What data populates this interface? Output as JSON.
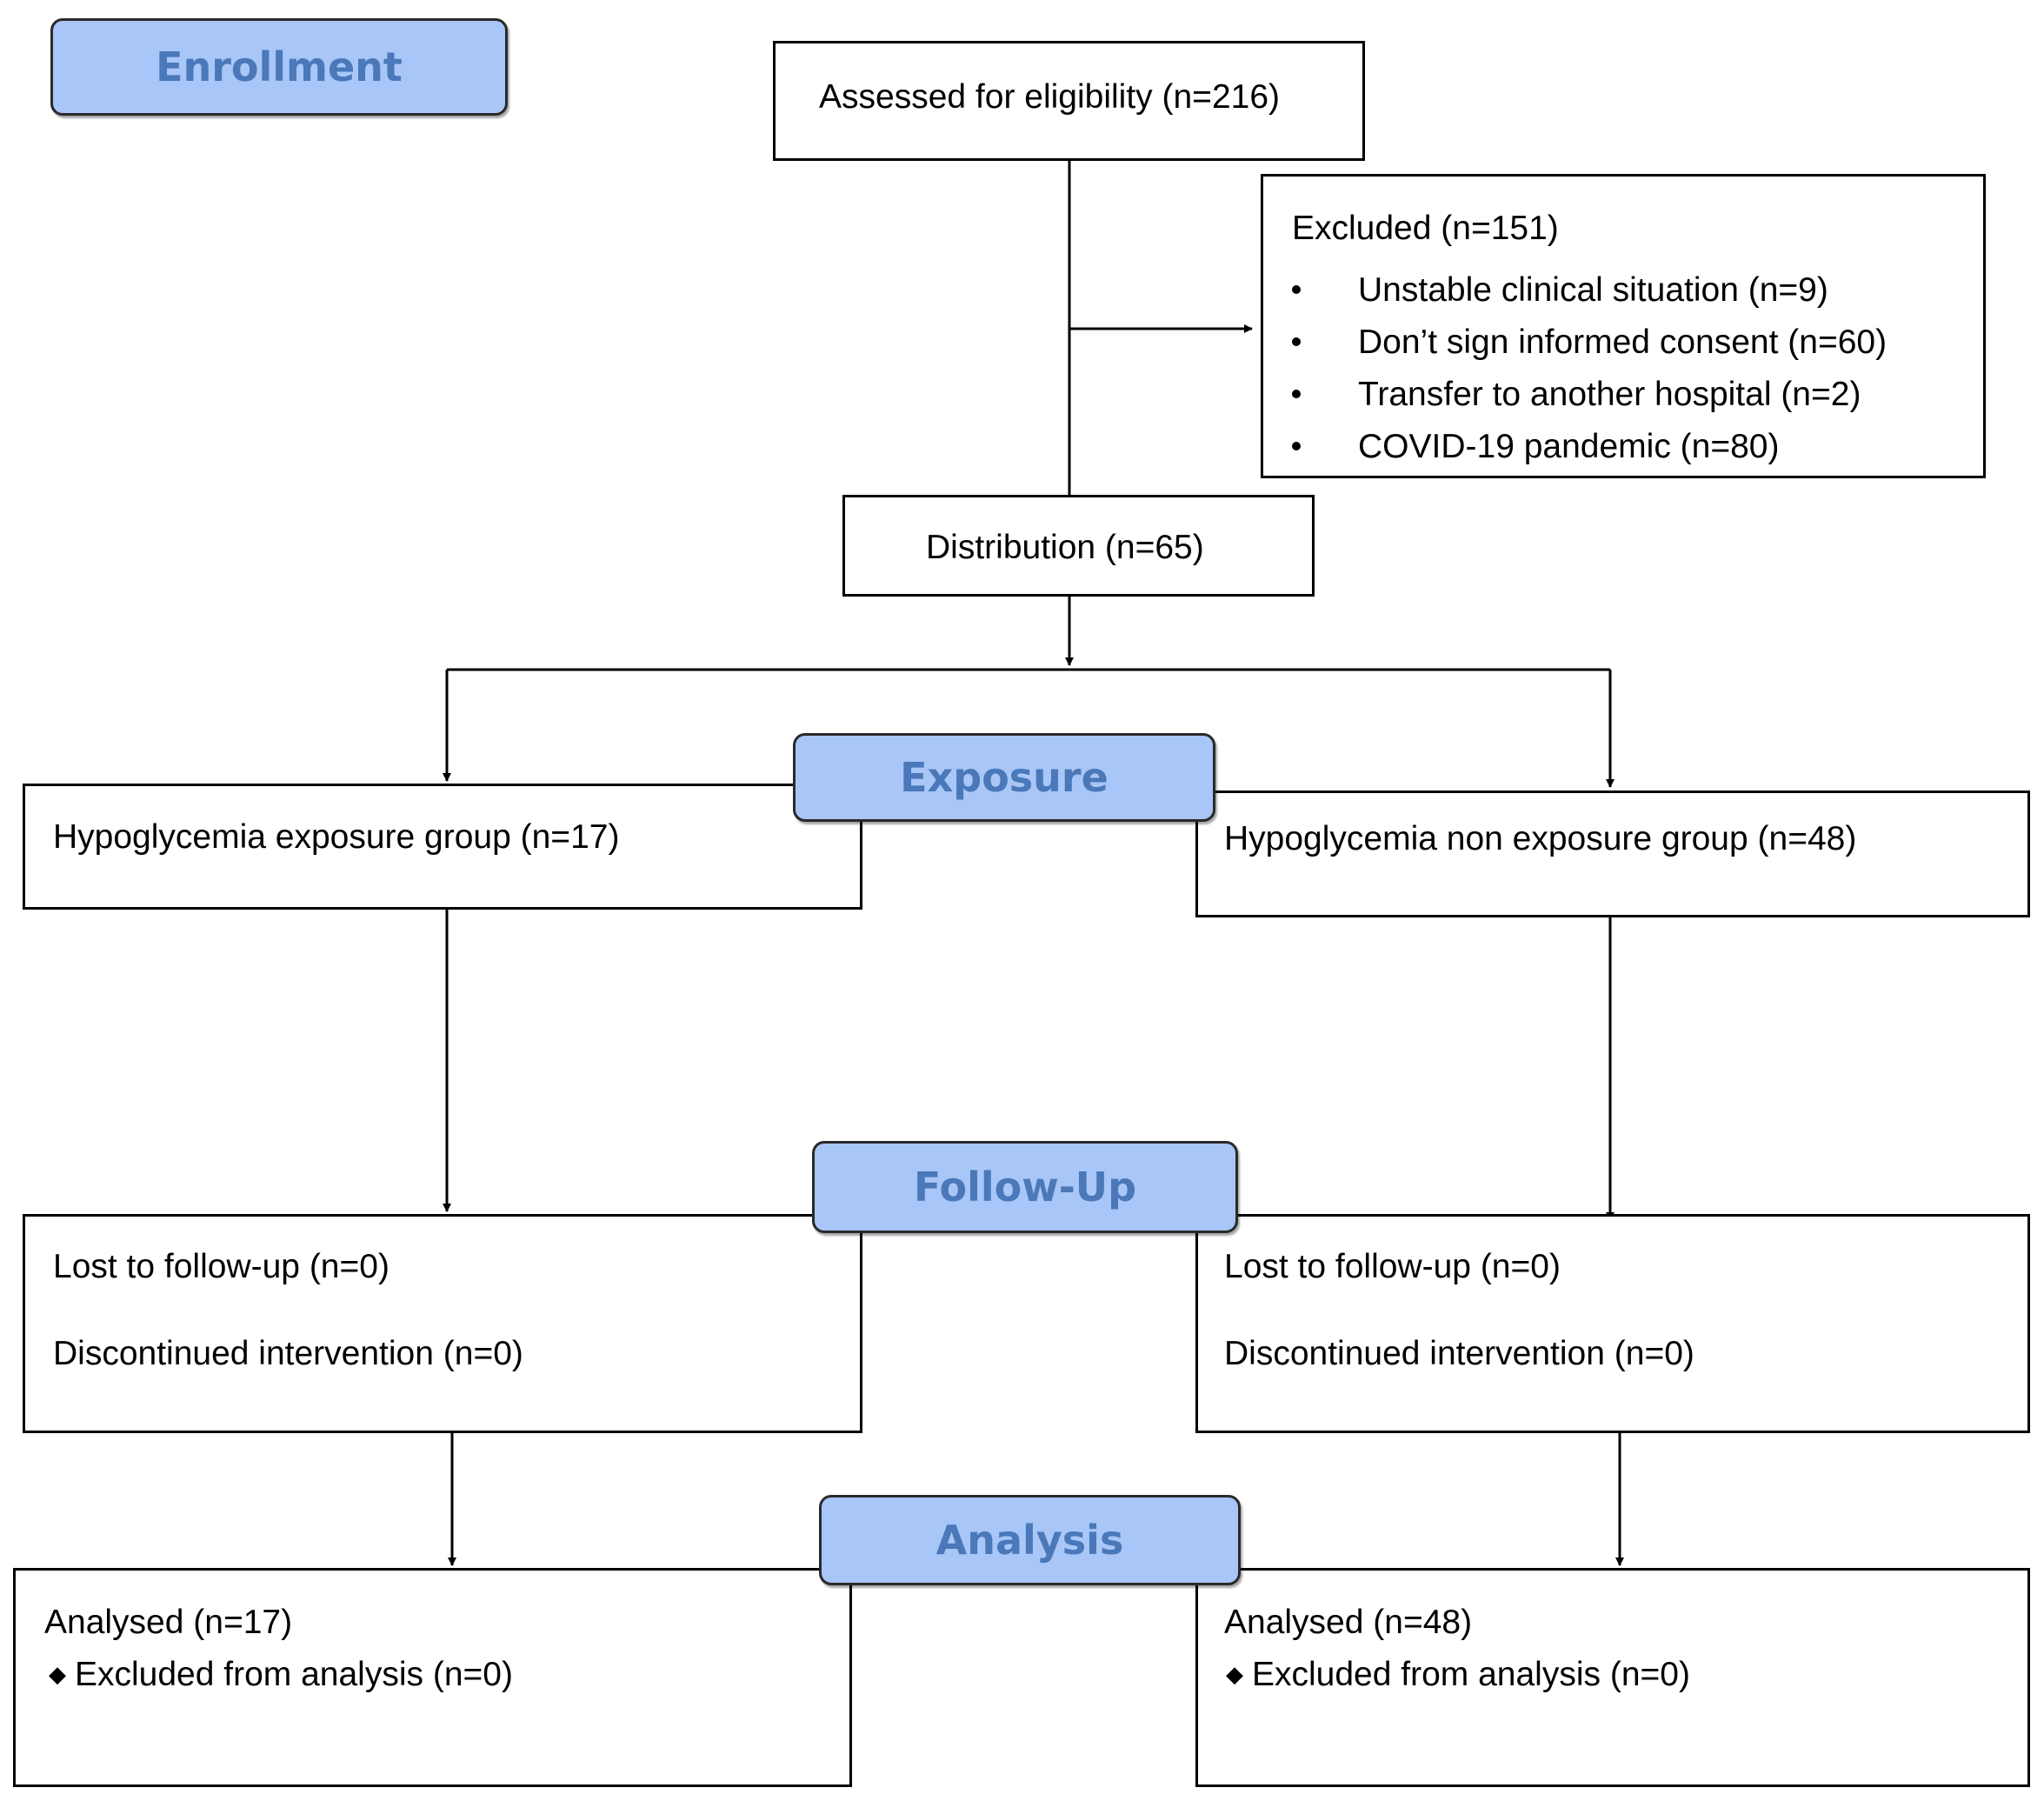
{
  "stages": {
    "enrollment": "Enrollment",
    "exposure": "Exposure",
    "follow_up": "Follow-Up",
    "analysis": "Analysis"
  },
  "assessed": "Assessed for eligibility (n=216)",
  "excluded": {
    "title": "Excluded (n=151)",
    "reasons": [
      "Unstable clinical situation (n=9)",
      "Don’t sign informed consent (n=60)",
      "Transfer to another hospital (n=2)",
      "COVID-19 pandemic (n=80)"
    ]
  },
  "distribution": "Distribution (n=65)",
  "groups": {
    "exposure": "Hypoglycemia exposure group (n=17)",
    "non_exposure": "Hypoglycemia non exposure group (n=48)"
  },
  "follow_up": {
    "left": {
      "lost": "Lost to follow-up (n=0)",
      "discontinued": "Discontinued intervention (n=0)"
    },
    "right": {
      "lost": "Lost to follow-up (n=0)",
      "discontinued": "Discontinued intervention (n=0)"
    }
  },
  "analysis": {
    "left": {
      "analysed": "Analysed  (n=17)",
      "excluded": "Excluded from analysis (n=0)"
    },
    "right": {
      "analysed": "Analysed  (n=48)",
      "excluded": "Excluded from analysis (n=0)"
    }
  },
  "icons": {
    "bullet": "bullet-dot-icon",
    "diamond": "diamond-bullet-icon"
  },
  "colors": {
    "stage_fill": "#a8c6f7",
    "stage_text": "#4a78b8"
  }
}
